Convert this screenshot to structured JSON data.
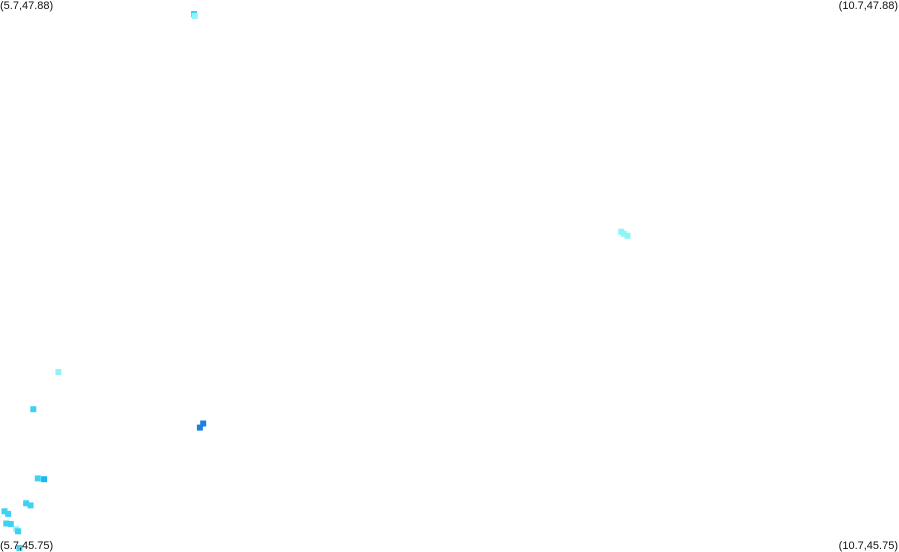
{
  "map": {
    "corner_labels": {
      "top_left": "(5.7,47.88)",
      "top_right": "(10.7,47.88)",
      "bottom_left": "(5.7,45.75)",
      "bottom_right": "(10.7,45.75)"
    },
    "bounds": {
      "lon_min": 5.7,
      "lon_max": 10.7,
      "lat_min": 45.75,
      "lat_max": 47.88
    },
    "colors": {
      "background": "#ffffff",
      "light_cyan": "#8ff4f8",
      "cyan": "#3fd1f3",
      "sky_blue": "#22b5ee",
      "blue": "#1e7fe0"
    },
    "points": [
      {
        "lon": 6.779,
        "lat": 47.826,
        "color": "#3fd1f3"
      },
      {
        "lon": 6.783,
        "lat": 47.818,
        "color": "#8ff4f8"
      },
      {
        "lon": 9.155,
        "lat": 46.986,
        "color": "#8ff4f8"
      },
      {
        "lon": 9.17,
        "lat": 46.978,
        "color": "#8ff4f8"
      },
      {
        "lon": 9.19,
        "lat": 46.97,
        "color": "#8ff4f8"
      },
      {
        "lon": 6.025,
        "lat": 46.444,
        "color": "#8ff4f8"
      },
      {
        "lon": 5.885,
        "lat": 46.301,
        "color": "#3fd1f3"
      },
      {
        "lon": 6.83,
        "lat": 46.246,
        "color": "#1e7fe0"
      },
      {
        "lon": 6.812,
        "lat": 46.23,
        "color": "#1e7fe0"
      },
      {
        "lon": 5.91,
        "lat": 46.034,
        "color": "#3fd1f3"
      },
      {
        "lon": 5.945,
        "lat": 46.031,
        "color": "#22b5ee"
      },
      {
        "lon": 5.845,
        "lat": 45.938,
        "color": "#3fd1f3"
      },
      {
        "lon": 5.87,
        "lat": 45.93,
        "color": "#3fd1f3"
      },
      {
        "lon": 5.725,
        "lat": 45.907,
        "color": "#3fd1f3"
      },
      {
        "lon": 5.745,
        "lat": 45.897,
        "color": "#3fd1f3"
      },
      {
        "lon": 5.735,
        "lat": 45.86,
        "color": "#3fd1f3"
      },
      {
        "lon": 5.76,
        "lat": 45.858,
        "color": "#3fd1f3"
      },
      {
        "lon": 5.79,
        "lat": 45.838,
        "color": "#8ff4f8"
      },
      {
        "lon": 5.8,
        "lat": 45.83,
        "color": "#3fd1f3"
      },
      {
        "lon": 5.808,
        "lat": 45.766,
        "color": "#3fd1f3"
      }
    ]
  }
}
